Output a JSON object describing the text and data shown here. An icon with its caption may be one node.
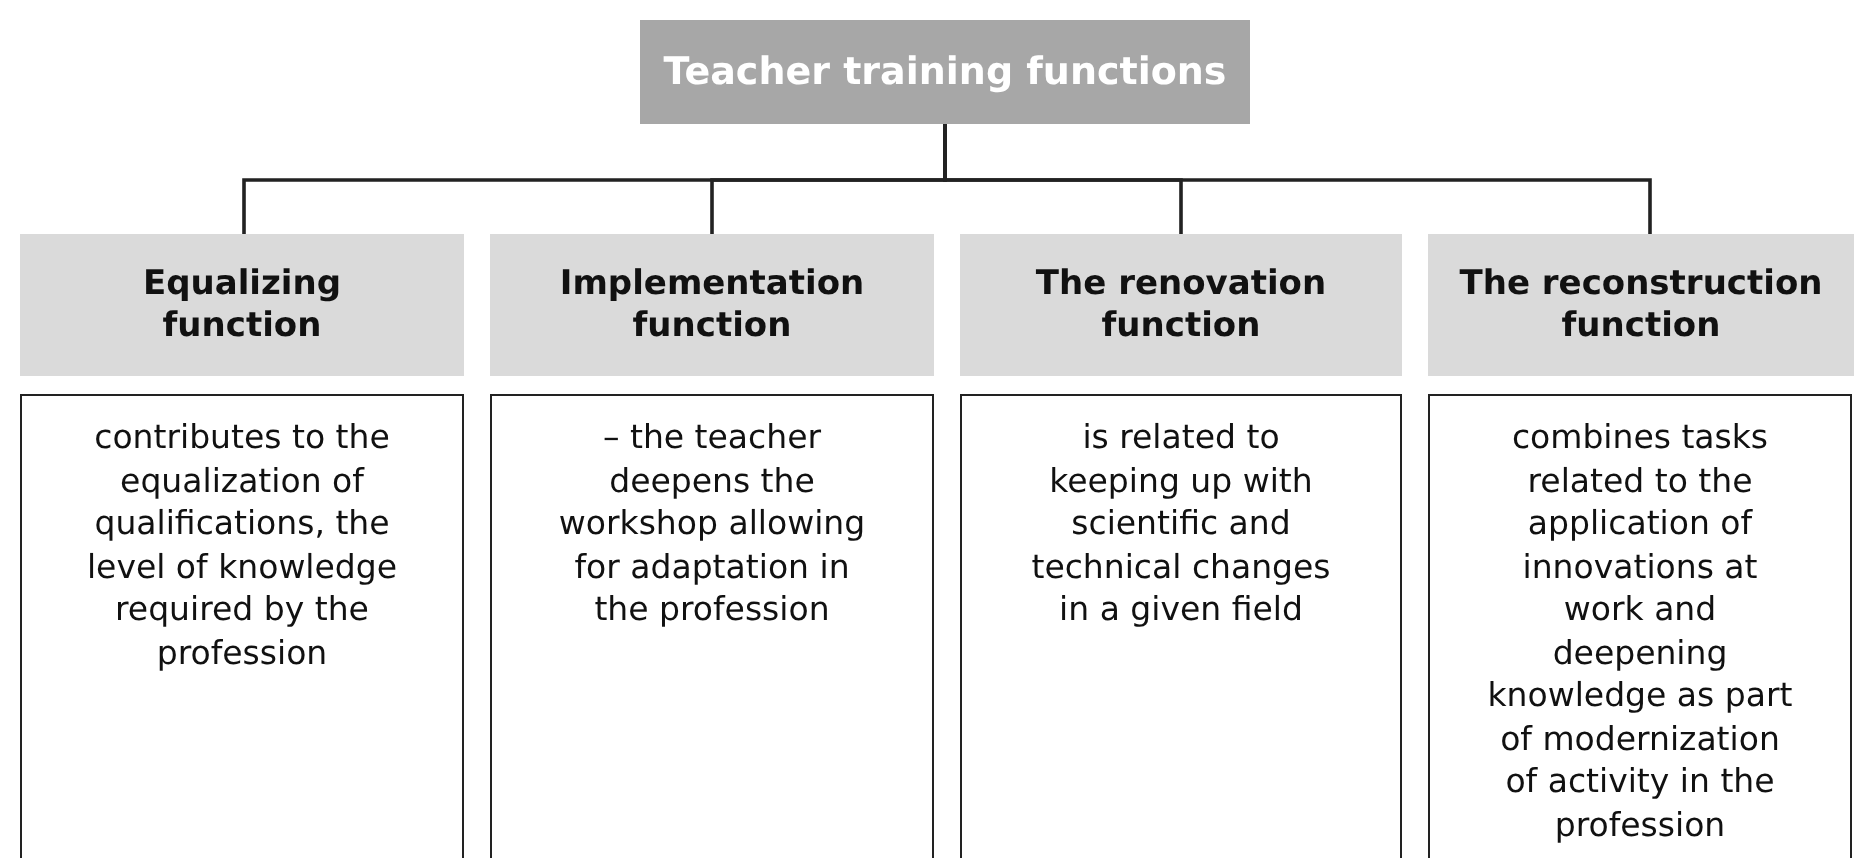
{
  "diagram": {
    "nodes": [
      {
        "text": [
          "Teacher training functions"
        ]
      },
      {
        "text": [
          "Equalizing function"
        ]
      },
      {
        "text": [
          "Implementation function"
        ]
      },
      {
        "text": [
          "The renovation function"
        ]
      },
      {
        "text": [
          "The reconstruction function"
        ]
      },
      {
        "text": [
          "contributes to the equalization of qualifications, the level of knowledge required by the profession"
        ]
      },
      {
        "text": [
          "– the teacher deepens the workshop allowing for adaptation in the profession"
        ]
      },
      {
        "text": [
          "is related to keeping up with scientific and technical changes in a given field"
        ]
      },
      {
        "text": [
          "combines tasks related to the application of innovations at work and deepening knowledge as part of modernization of activity in the profession"
        ]
      }
    ],
    "edges": [
      {
        "from": 0,
        "to": 1,
        "arrow": "none"
      },
      {
        "from": 0,
        "to": 2,
        "arrow": "none"
      },
      {
        "from": 0,
        "to": 3,
        "arrow": "none"
      },
      {
        "from": 0,
        "to": 4,
        "arrow": "none"
      }
    ]
  }
}
